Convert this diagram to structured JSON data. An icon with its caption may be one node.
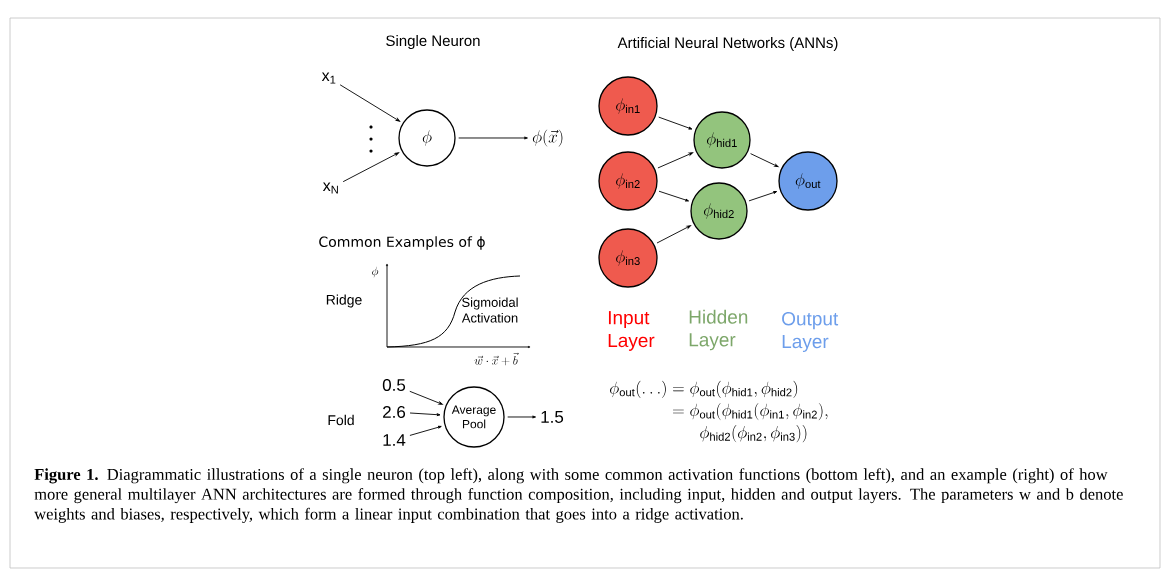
{
  "diagram": {
    "caption": "**Figure 1.** Diagrammatic illustrations of a single neuron (top left), along with some common activation functions (bottom left), and an example (right) of how more general multilayer ANN architectures are formed through function composition, including input, hidden and output layers. The parameters w and b denote weights and biases, respectively, which form a linear input combination that goes into a ridge activation.",
    "nodes": [
      {
        "text": [
          "x$_{1}$"
        ]
      },
      {
        "text": [
          "x$_{N}$"
        ]
      },
      {
        "text": [
          "\\phi"
        ]
      },
      {
        "text": [
          "\\phi(\\vec{x})"
        ]
      },
      {
        "text": [
          "0.5"
        ]
      },
      {
        "text": [
          "2.6"
        ]
      },
      {
        "text": [
          "1.4"
        ]
      },
      {
        "text": [
          "Average Pool"
        ]
      },
      {
        "text": [
          "1.5"
        ]
      },
      {
        "text": [
          "\\phi_{\\mathrm{in1}}"
        ]
      },
      {
        "text": [
          "\\phi_{\\mathrm{in2}}"
        ]
      },
      {
        "text": [
          "\\phi_{\\mathrm{in3}}"
        ]
      },
      {
        "text": [
          "\\phi_{\\mathrm{hid1}}"
        ]
      },
      {
        "text": [
          "\\phi_{\\mathrm{hid2}}"
        ]
      },
      {
        "text": [
          "\\phi_{\\mathrm{out}}"
        ]
      }
    ],
    "edges": [
      {
        "from": 0,
        "to": 2,
        "arrow": "to"
      },
      {
        "from": 1,
        "to": 2,
        "arrow": "to"
      },
      {
        "from": 2,
        "to": 3,
        "arrow": "to"
      },
      {
        "from": 4,
        "to": 7,
        "arrow": "to"
      },
      {
        "from": 5,
        "to": 7,
        "arrow": "to"
      },
      {
        "from": 6,
        "to": 7,
        "arrow": "to"
      },
      {
        "from": 7,
        "to": 8,
        "arrow": "to"
      },
      {
        "from": 9,
        "to": 12,
        "arrow": "to"
      },
      {
        "from": 10,
        "to": 12,
        "arrow": "to"
      },
      {
        "from": 10,
        "to": 13,
        "arrow": "to"
      },
      {
        "from": 11,
        "to": 13,
        "arrow": "to"
      },
      {
        "from": 12,
        "to": 14,
        "arrow": "to"
      },
      {
        "from": 13,
        "to": 14,
        "arrow": "to"
      }
    ],
    "labels": [
      "Single Neuron",
      "Artificial Neural Networks (ANNs)",
      "Common Examples of ϕ",
      "\\phi",
      "Ridge",
      "Sigmoidal Activation",
      "\\vec{w}\\cdot\\vec{x}+\\vec{b}",
      "Fold",
      "Input Layer",
      "Hidden Layer",
      "Output Layer",
      "\\begin{aligned}\\phi_{\\mathrm{out}}(\\ldots) &= \\phi_{\\mathrm{out}}(\\phi_{\\mathrm{hid1}}, \\phi_{\\mathrm{hid2}})\\\\ &= \\phi_{\\mathrm{out}}(\\phi_{\\mathrm{hid1}}(\\phi_{\\mathrm{in1}}, \\phi_{\\mathrm{in2}}),\\\\ &\\qquad \\phi_{\\mathrm{hid2}}(\\phi_{\\mathrm{in2}}, \\phi_{\\mathrm{in3}}))\\end{aligned}"
    ]
  }
}
